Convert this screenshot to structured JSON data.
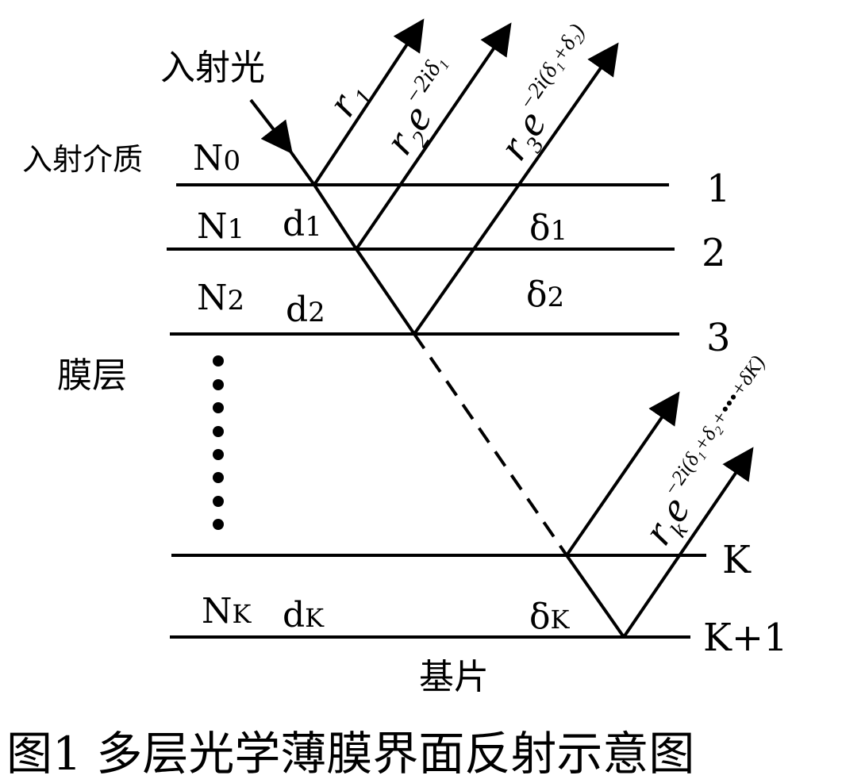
{
  "labels": {
    "incident_light": "入射光",
    "incident_medium": "入射介质",
    "n0": "N",
    "n0_sub": "0",
    "film_layers": "膜层",
    "substrate": "基片",
    "caption": "图1 多层光学薄膜界面反射示意图"
  },
  "layers": [
    {
      "n": "N",
      "n_sub": "1",
      "d": "d",
      "d_sub": "1",
      "delta": "δ",
      "delta_sub": "1"
    },
    {
      "n": "N",
      "n_sub": "2",
      "d": "d",
      "d_sub": "2",
      "delta": "δ",
      "delta_sub": "2"
    },
    {
      "n": "N",
      "n_sub": "K",
      "d": "d",
      "d_sub": "K",
      "delta": "δ",
      "delta_sub": "K"
    }
  ],
  "interfaces": [
    "1",
    "2",
    "3",
    "K",
    "K+1"
  ],
  "reflections": [
    {
      "r": "r",
      "r_sub": "1",
      "exp": ""
    },
    {
      "r": "r",
      "r_sub": "2",
      "e": "e",
      "exp": "−2iδ₁"
    },
    {
      "r": "r",
      "r_sub": "3",
      "e": "e",
      "exp": "−2i(δ₁+δ₂)"
    },
    {
      "r": "r",
      "r_sub": "k",
      "e": "e",
      "exp": "−2i(δ₁+δ₂+•••+δK)"
    }
  ],
  "colors": {
    "ink": "#000000",
    "background": "#ffffff"
  }
}
